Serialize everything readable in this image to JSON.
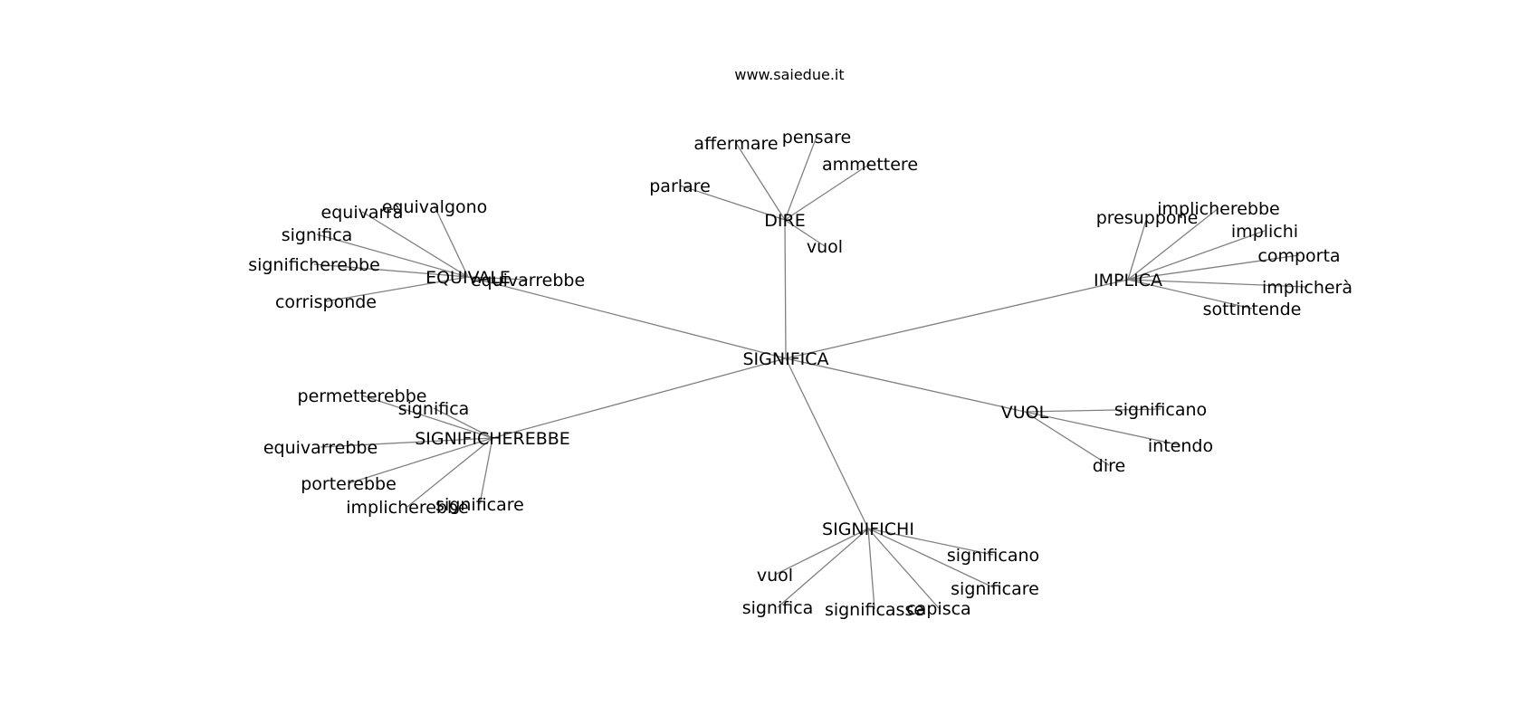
{
  "site_label": "www.saiedue.it",
  "graph": {
    "root": "SIGNIFICA",
    "edge_color": "#808080",
    "groups": [
      {
        "id": "dire",
        "label": "DIRE",
        "words": [
          "affermare",
          "pensare",
          "ammettere",
          "parlare",
          "vuol"
        ]
      },
      {
        "id": "equivale",
        "label": "EQUIVALE",
        "words": [
          "equivarrà",
          "equivalgono",
          "significa",
          "significherebbe",
          "equivarrebbe",
          "corrisponde"
        ]
      },
      {
        "id": "implica",
        "label": "IMPLICA",
        "words": [
          "presuppone",
          "implicherebbe",
          "implichi",
          "comporta",
          "implicherà",
          "sottintende"
        ]
      },
      {
        "id": "significherebbe",
        "label": "SIGNIFICHEREBBE",
        "words": [
          "permetterebbe",
          "significa",
          "equivarrebbe",
          "porterebbe",
          "implicherebbe",
          "significare"
        ]
      },
      {
        "id": "vuol",
        "label": "VUOL",
        "words": [
          "significano",
          "intendo",
          "dire"
        ]
      },
      {
        "id": "significhi",
        "label": "SIGNIFICHI",
        "words": [
          "significano",
          "significare",
          "vuol",
          "significa",
          "significasse",
          "capisca"
        ]
      }
    ]
  }
}
